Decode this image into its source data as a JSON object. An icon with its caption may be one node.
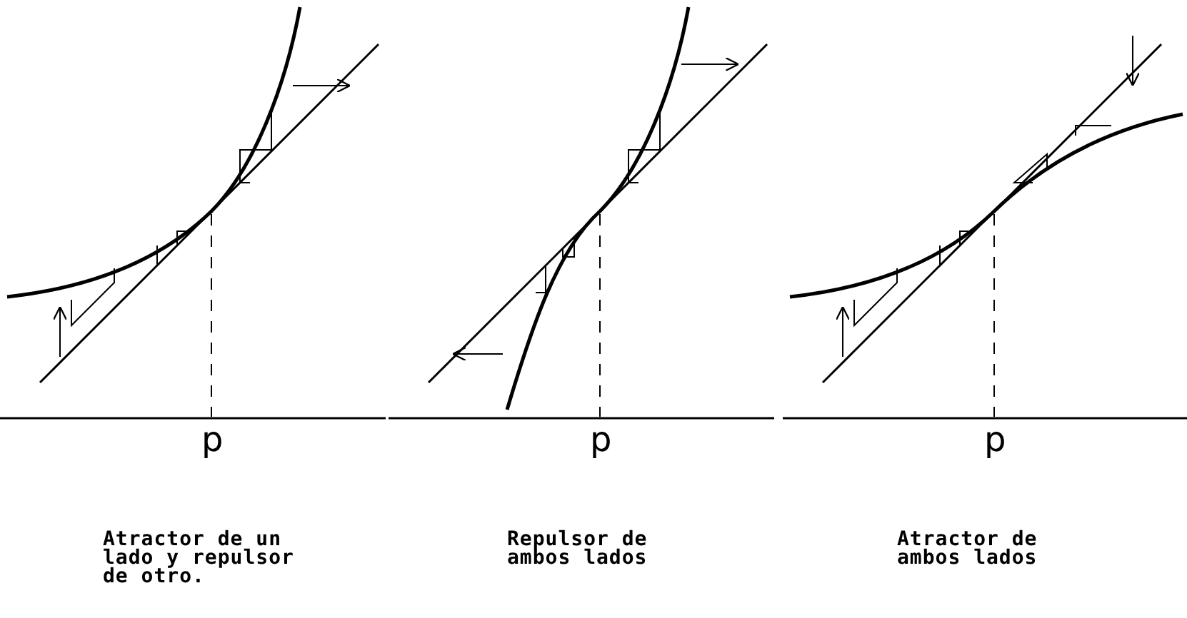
{
  "diagram": {
    "labels": [
      "p",
      "p",
      "p",
      "Atractor de un lado y repulsor de otro.",
      "Repulsor de ambos lados",
      "Atractor de ambos lados"
    ]
  }
}
